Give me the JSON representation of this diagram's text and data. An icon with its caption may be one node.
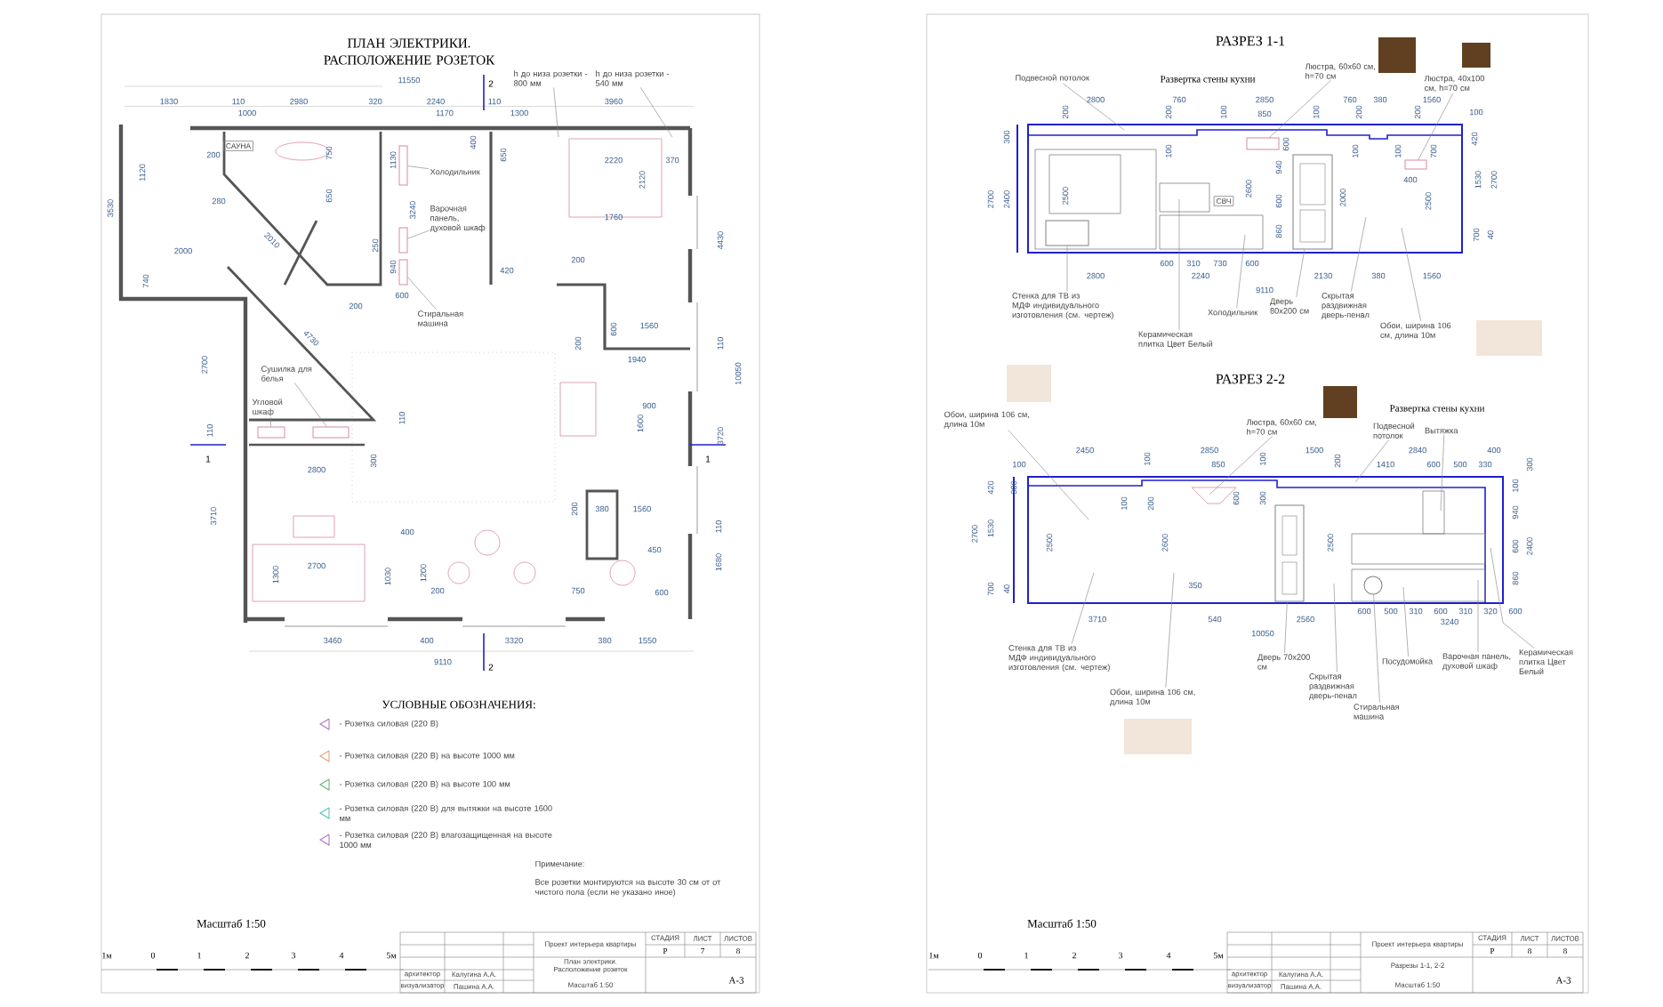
{
  "diagram": {
    "nodes": [
      {
        "text": [
          "Холодильник"
        ]
      },
      {
        "text": [
          "Варочная панель, духовой шкаф"
        ]
      },
      {
        "text": [
          "Стиральная машина"
        ]
      },
      {
        "text": [
          "Сушилка для белья"
        ]
      },
      {
        "text": [
          "Угловой шкаф"
        ]
      },
      {
        "text": [
          "h до низа розетки - 800 мм"
        ]
      },
      {
        "text": [
          "h до низа розетки - 540 мм"
        ]
      },
      {
        "text": [
          "Подвесной потолок"
        ]
      },
      {
        "text": [
          "Люстра, 60x60 см, h=70 см"
        ]
      },
      {
        "text": [
          "Люстра, 40x100 см, h=70 см"
        ]
      },
      {
        "text": [
          "Стенка для ТВ из МДФ индивидуального изготовления (см. чертеж)"
        ]
      },
      {
        "text": [
          "Холодильник"
        ]
      },
      {
        "text": [
          "Керамическая плитка Цвет Белый"
        ]
      },
      {
        "text": [
          "Дверь 80x200 см"
        ]
      },
      {
        "text": [
          "Скрытая раздвижная дверь-пенал"
        ]
      },
      {
        "text": [
          "Обои, ширина 106 см, длина 10м"
        ]
      },
      {
        "text": [
          "Обои, ширина 106 см, длина 10м"
        ]
      },
      {
        "text": [
          "Люстра, 60x60 см, h=70 см"
        ]
      },
      {
        "text": [
          "Подвесной потолок"
        ]
      },
      {
        "text": [
          "Вытяжка"
        ]
      },
      {
        "text": [
          "Стенка для ТВ из МДФ индивидуального изготовления (см. чертеж)"
        ]
      },
      {
        "text": [
          "Обои, ширина 106 см, длина 10м"
        ]
      },
      {
        "text": [
          "Дверь 70x200 см"
        ]
      },
      {
        "text": [
          "Скрытая раздвижная дверь-пенал"
        ]
      },
      {
        "text": [
          "Посудомойка"
        ]
      },
      {
        "text": [
          "Стиральная машина"
        ]
      },
      {
        "text": [
          "Варочная панель, духовой шкаф"
        ]
      },
      {
        "text": [
          "Керамическая плитка Цвет Белый"
        ]
      },
      {
        "text": [],
        "shape": "box"
      },
      {
        "text": [],
        "shape": "box"
      },
      {
        "text": [],
        "shape": "box"
      },
      {
        "text": [],
        "shape": "box"
      },
      {
        "text": [],
        "shape": "box"
      },
      {
        "text": [],
        "shape": "box"
      },
      {
        "text": [],
        "shape": "box"
      },
      {
        "text": [],
        "shape": "box"
      },
      {
        "text": [],
        "shape": "box"
      },
      {
        "text": [],
        "shape": "box"
      },
      {
        "text": [],
        "shape": "circle"
      }
    ],
    "edges": [
      {
        "from": 0,
        "to": 28,
        "arrow": "none"
      },
      {
        "from": 1,
        "to": 29,
        "arrow": "none"
      },
      {
        "from": 2,
        "to": 30,
        "arrow": "none"
      },
      {
        "from": 3,
        "to": 31,
        "arrow": "none"
      },
      {
        "from": 4,
        "to": 32,
        "arrow": "none"
      },
      {
        "from": 5,
        "to": null,
        "arrow": "none"
      },
      {
        "from": 6,
        "to": null,
        "arrow": "none"
      },
      {
        "from": 7,
        "to": null,
        "arrow": "none"
      },
      {
        "from": 8,
        "to": 33,
        "arrow": "none"
      },
      {
        "from": 9,
        "to": 34,
        "arrow": "none"
      },
      {
        "from": 10,
        "to": 35,
        "arrow": "none"
      },
      {
        "from": 11,
        "to": null,
        "arrow": "none"
      },
      {
        "from": 12,
        "to": null,
        "arrow": "none"
      },
      {
        "from": 13,
        "to": 36,
        "arrow": "none"
      },
      {
        "from": 14,
        "to": null,
        "arrow": "none"
      },
      {
        "from": 15,
        "to": null,
        "arrow": "none"
      },
      {
        "from": 16,
        "to": null,
        "arrow": "none"
      },
      {
        "from": 17,
        "to": null,
        "arrow": "none"
      },
      {
        "from": 18,
        "to": null,
        "arrow": "none"
      },
      {
        "from": 19,
        "to": null,
        "arrow": "none"
      },
      {
        "from": 20,
        "to": null,
        "arrow": "none"
      },
      {
        "from": 21,
        "to": null,
        "arrow": "none"
      },
      {
        "from": 22,
        "to": 37,
        "arrow": "none"
      },
      {
        "from": 23,
        "to": null,
        "arrow": "none"
      },
      {
        "from": 24,
        "to": null,
        "arrow": "none"
      },
      {
        "from": 25,
        "to": 38,
        "arrow": "none"
      },
      {
        "from": 26,
        "to": null,
        "arrow": "none"
      },
      {
        "from": 27,
        "to": null,
        "arrow": "none"
      }
    ],
    "labels": [
      "ПЛАН ЭЛЕКТРИКИ. РАСПОЛОЖЕНИЕ РОЗЕТОК",
      "11550",
      "1830",
      "110",
      "1000",
      "2980",
      "320",
      "2240",
      "1170",
      "110",
      "1300",
      "3960",
      "2",
      "3530",
      "1120",
      "200",
      "САУНА",
      "280",
      "2010",
      "750",
      "650",
      "1130",
      "400",
      "650",
      "3240",
      "2000",
      "740",
      "250",
      "940",
      "600",
      "200",
      "420",
      "2220",
      "2120",
      "1760",
      "370",
      "200",
      "4430",
      "4730",
      "600",
      "1560",
      "200",
      "110",
      "1940",
      "2700",
      "900",
      "1600",
      "10050",
      "110",
      "110",
      "1",
      "1",
      "3720",
      "2800",
      "300",
      "3710",
      "200",
      "380",
      "1560",
      "110",
      "400",
      "450",
      "1680",
      "2700",
      "1300",
      "1030",
      "1200",
      "200",
      "750",
      "600",
      "3460",
      "400",
      "3320",
      "380",
      "1550",
      "9110",
      "2",
      "УСЛОВНЫЕ ОБОЗНАЧЕНИЯ:",
      "Примечание:",
      "Все розетки монтируются на высоте 30 см от от чистого пола (если не указано иное)",
      "Масштаб 1:50",
      "1м",
      "0",
      "1",
      "2",
      "3",
      "4",
      "5м",
      "Проект интерьера квартиры",
      "СТАДИЯ",
      "ЛИСТ",
      "ЛИСТОВ",
      "Р",
      "7",
      "8",
      "архитектор",
      "Калугина А.А.",
      "визуализатор",
      "Пашина А.А.",
      "План электрики. Расположение розеток",
      "Масштаб 1:50",
      "А-3",
      "РАЗРЕЗ 1-1",
      "Развертка стены кухни",
      "2800",
      "760",
      "2850",
      "760",
      "380",
      "1560",
      "200",
      "200",
      "100",
      "850",
      "100",
      "200",
      "200",
      "100",
      "300",
      "2700",
      "2400",
      "420",
      "1530",
      "2700",
      "700",
      "40",
      "2500",
      "100",
      "600",
      "940",
      "СВЧ",
      "2600",
      "600",
      "860",
      "2000",
      "100",
      "100",
      "700",
      "400",
      "2500",
      "2800",
      "600",
      "310",
      "730",
      "600",
      "2240",
      "2130",
      "380",
      "1560",
      "9110",
      "РАЗРЕЗ 2-2",
      "Развертка стены кухни",
      "2450",
      "2850",
      "1500",
      "2840",
      "400",
      "100",
      "850",
      "1410",
      "600",
      "500",
      "330",
      "100",
      "100",
      "200",
      "100",
      "300",
      "420",
      "300",
      "2700",
      "1530",
      "700",
      "40",
      "100",
      "200",
      "600",
      "300",
      "2500",
      "2600",
      "350",
      "2500",
      "940",
      "600",
      "860",
      "2400",
      "3710",
      "540",
      "2560",
      "600",
      "500",
      "310",
      "600",
      "310",
      "320",
      "600",
      "3240",
      "10050",
      "Масштаб 1:50",
      "1м",
      "0",
      "1",
      "2",
      "3",
      "4",
      "5м",
      "Проект интерьера квартиры",
      "СТАДИЯ",
      "ЛИСТ",
      "ЛИСТОВ",
      "Р",
      "8",
      "8",
      "архитектор",
      "Калугина А.А.",
      "визуализатор",
      "Пашина А.А.",
      "Разрезы 1-1, 2-2",
      "Масштаб 1:50",
      "А-3"
    ],
    "legend": [
      {
        "text": "- Розетка силовая (220 В)"
      },
      {
        "text": "- Розетка силовая (220 В) на высоте 1000 мм"
      },
      {
        "text": "- Розетка силовая (220 В) на высоте 100 мм"
      },
      {
        "text": "- Розетка силовая (220 В) для вытяжки на высоте 1600 мм"
      },
      {
        "text": "- Розетка силовая (220 В) влагозащищенная на высоте 1000 мм"
      }
    ]
  }
}
